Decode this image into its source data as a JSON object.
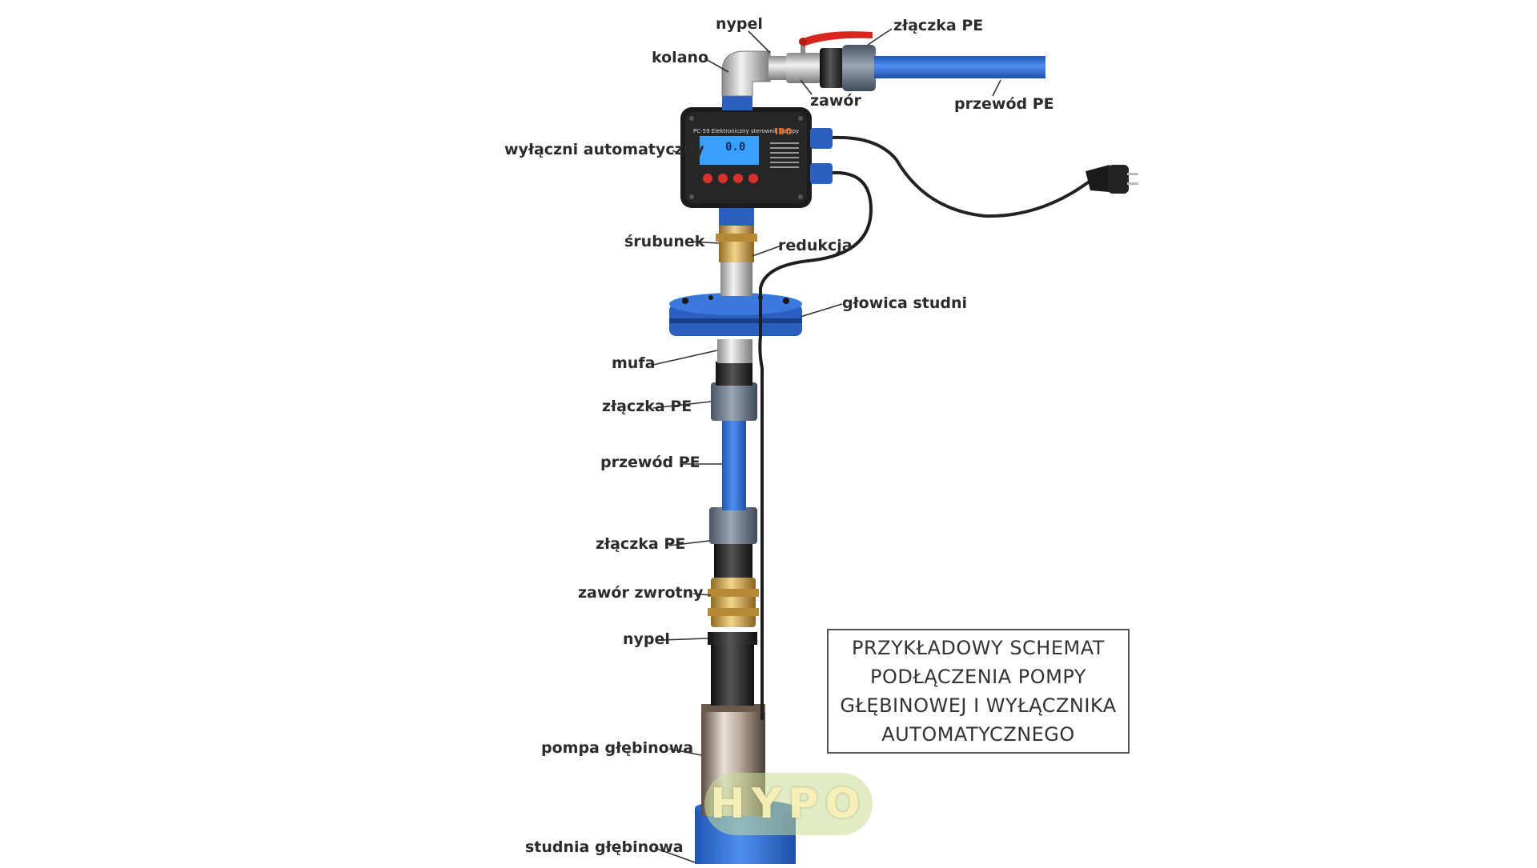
{
  "labels": {
    "nypel_top": "nypel",
    "zlaczka_pe_top": "złączka PE",
    "kolano": "kolano",
    "zawor": "zawór",
    "przewod_pe_top": "przewód PE",
    "wylacznik": "wyłączni automatyczny",
    "srubunek": "śrubunek",
    "redukcja": "redukcja",
    "glowica": "głowica studni",
    "mufa": "mufa",
    "zlaczka_pe_1": "złączka PE",
    "przewod_pe_mid": "przewód PE",
    "zlaczka_pe_2": "złączka PE",
    "zawor_zwrotny": "zawór zwrotny",
    "nypel_bottom": "nypel",
    "pompa": "pompa głębinowa",
    "studnia": "studnia głębinowa"
  },
  "controller": {
    "model": "PC-59 Elektroniczny sterownik pompy",
    "brand": "IBO",
    "display_value": "0.0"
  },
  "schema_box": {
    "line1": "PRZYKŁADOWY SCHEMAT",
    "line2": "PODŁĄCZENIA POMPY",
    "line3": "GŁĘBINOWEJ I WYŁĄCZNIKA",
    "line4": "AUTOMATYCZNEGO"
  },
  "watermark": "HYPO",
  "colors": {
    "pipe_blue": "#2f6fd6",
    "flange_blue": "#2a5fbf",
    "valve_red": "#d8261f",
    "brass": "#c9a24a",
    "controller_body": "#1c1c1c",
    "lcd_blue": "#3aa0ff"
  }
}
